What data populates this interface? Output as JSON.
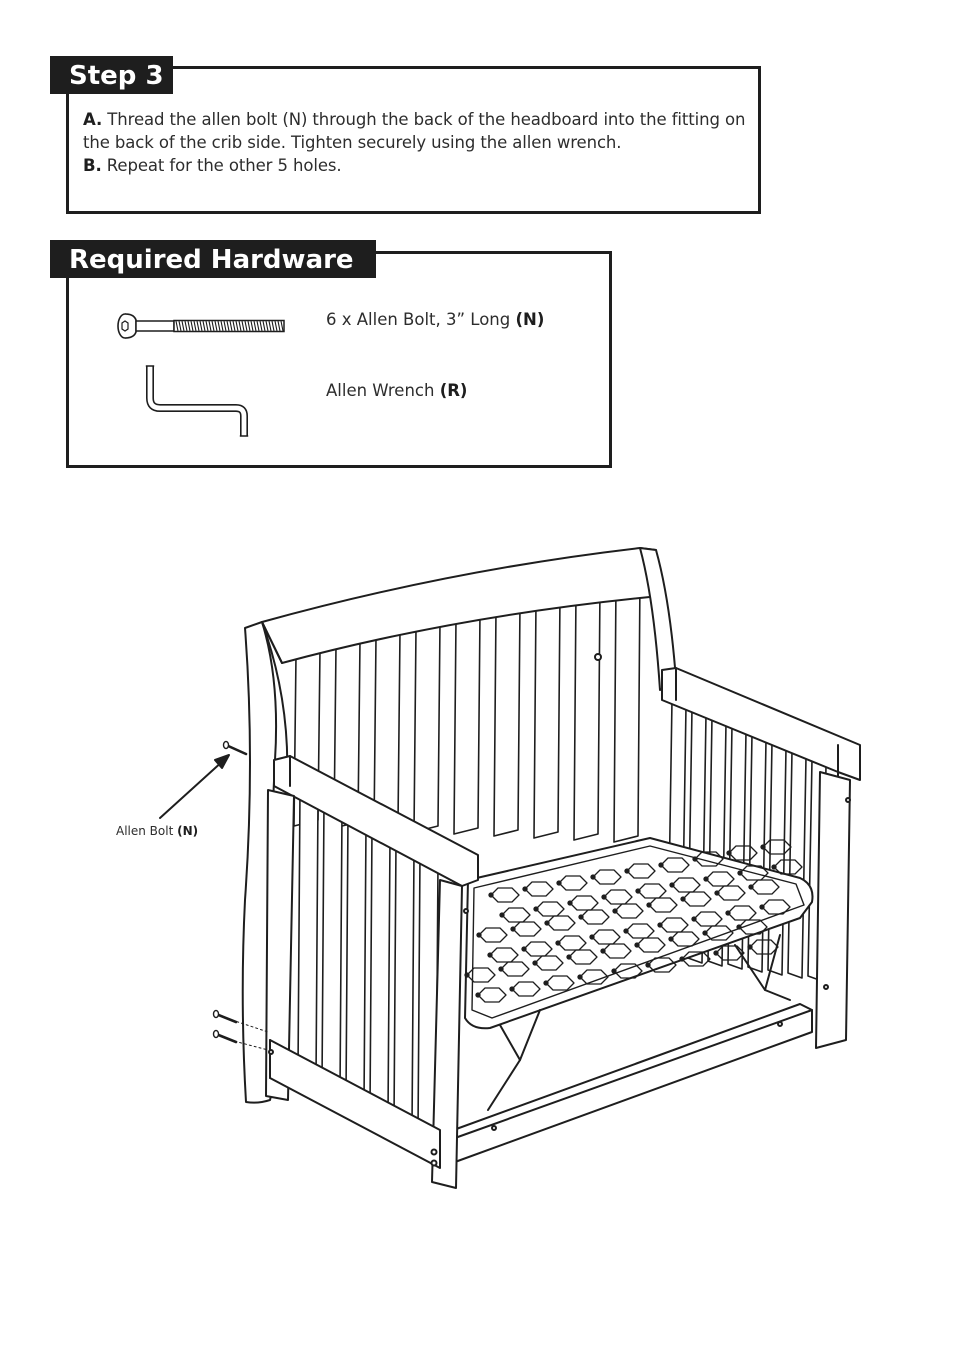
{
  "step": {
    "title": "Step 3",
    "instructions": [
      {
        "marker": "A.",
        "text": " Thread the allen bolt (N) through the back of the headboard into the fitting on the back of the crib side. Tighten securely using the allen wrench."
      },
      {
        "marker": "B.",
        "text": " Repeat for the other 5 holes."
      }
    ]
  },
  "hardware": {
    "title": "Required Hardware",
    "items": [
      {
        "icon": "allen-bolt-icon",
        "text": "6 x Allen Bolt, 3” Long ",
        "code": "(N)"
      },
      {
        "icon": "allen-wrench-icon",
        "text": "Allen Wrench ",
        "code": "(R)"
      }
    ]
  },
  "diagram": {
    "callout_text": "Allen Bolt ",
    "callout_code": "(N)"
  }
}
